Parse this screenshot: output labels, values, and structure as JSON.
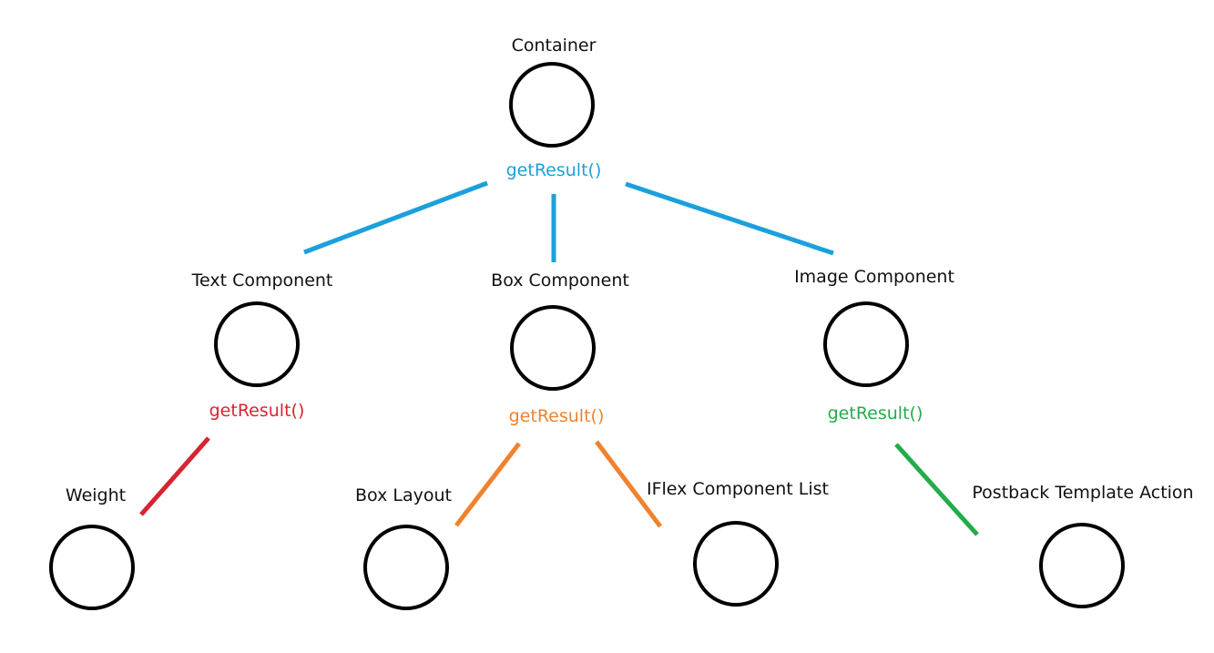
{
  "colors": {
    "container": "#1ca0dc",
    "text": "#d62432",
    "box": "#f0822e",
    "image": "#23ac4a",
    "node_stroke": "#000000"
  },
  "nodes": {
    "container": {
      "label": "Container",
      "method": "getResult()"
    },
    "text_component": {
      "label": "Text Component",
      "method": "getResult()"
    },
    "box_component": {
      "label": "Box Component",
      "method": "getResult()"
    },
    "image_component": {
      "label": "Image Component",
      "method": "getResult()"
    },
    "weight": {
      "label": "Weight"
    },
    "box_layout": {
      "label": "Box Layout"
    },
    "iflex_component_list": {
      "label": "IFlex Component List"
    },
    "postback_template_action": {
      "label": "Postback Template Action"
    }
  }
}
